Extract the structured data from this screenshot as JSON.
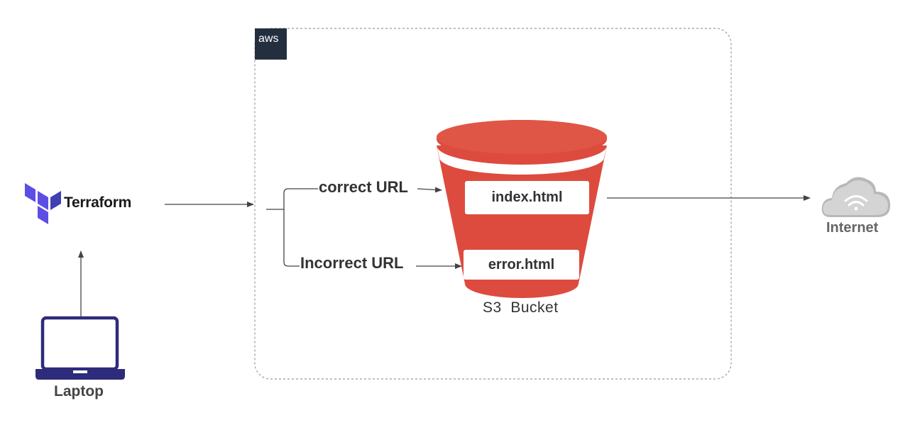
{
  "aws_label": "aws",
  "terraform": {
    "label": "Terraform"
  },
  "laptop": {
    "label": "Laptop"
  },
  "internet": {
    "label": "Internet"
  },
  "routes": {
    "correct_label": "correct URL",
    "incorrect_label": "Incorrect URL"
  },
  "bucket": {
    "index_file": "index.html",
    "error_file": "error.html",
    "label": "S3  Bucket"
  },
  "colors": {
    "terraform_purple": "#5c4ee5",
    "bucket_red": "#dd4b3e",
    "laptop_navy": "#2d2b7a",
    "aws_dark": "#232f3e",
    "cloud_grey": "#b8b8b8"
  }
}
